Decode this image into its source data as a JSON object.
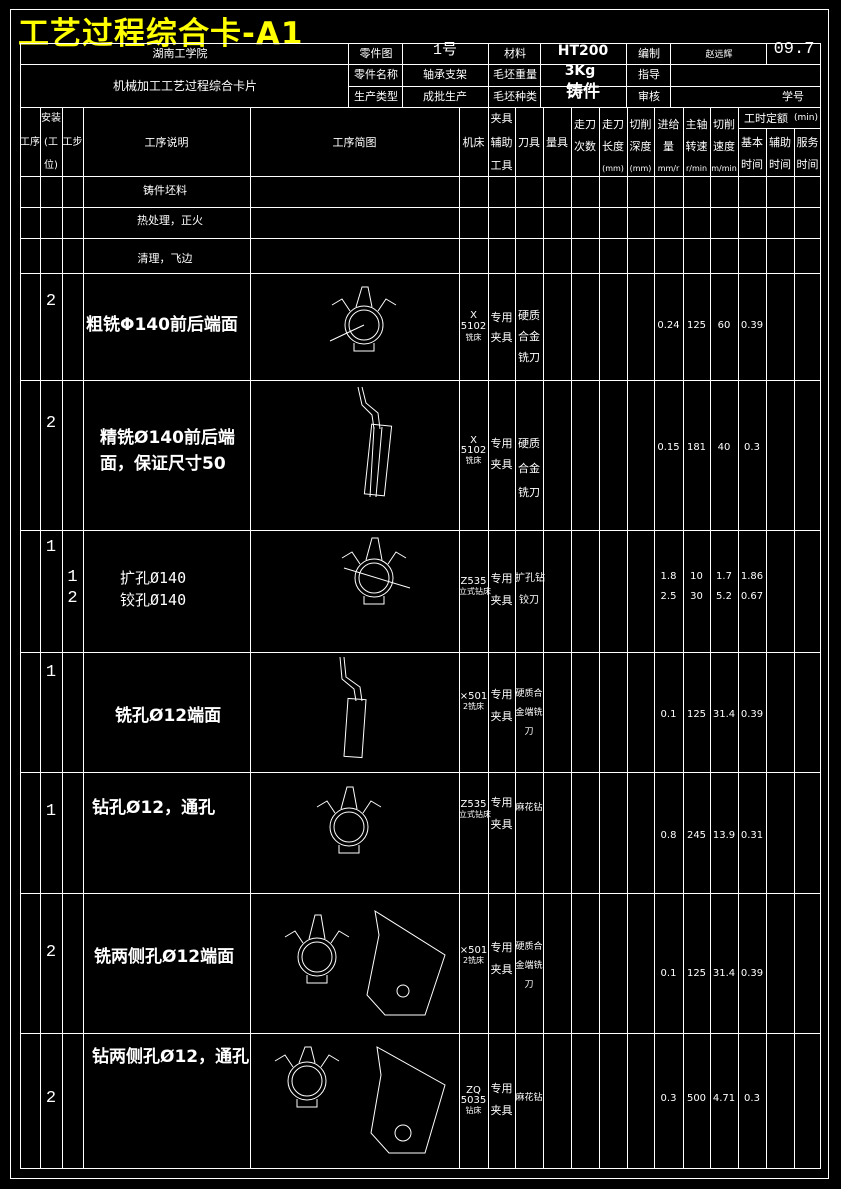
{
  "title": "工艺过程综合卡-A1",
  "header": {
    "school": "湖南工学院",
    "card_name": "机械加工工艺过程综合卡片",
    "part_no_label": "零件图",
    "part_no_value": "1号",
    "material_label": "材料",
    "material_value": "HT200",
    "author_label": "编制",
    "author_value": "赵远辉",
    "date_value": "09.7",
    "part_name_label": "零件名称",
    "part_name_value": "轴承支架",
    "blank_weight_label": "毛坯重量",
    "blank_weight_value": "3Kg",
    "guide_label": "指导",
    "prod_type_label": "生产类型",
    "prod_type_value": "成批生产",
    "blank_type_label": "毛坯种类",
    "blank_type_value": "铸件",
    "review_label": "审核",
    "student_no_label": "学号"
  },
  "columns": {
    "process": "工序",
    "install": "安装(工位)",
    "install_a": "安装",
    "install_b": "(工",
    "install_c": "位)",
    "step": "工步",
    "desc": "工序说明",
    "sketch": "工序简图",
    "machine": "机床",
    "fixture_a": "夹具",
    "fixture_b": "辅助",
    "fixture_c": "工具",
    "tool": "刀具",
    "gauge": "量具",
    "passes_a": "走刀",
    "passes_b": "次数",
    "length_a": "走刀",
    "length_b": "长度",
    "length_unit": "(mm)",
    "depth_a": "切削",
    "depth_b": "深度",
    "depth_unit": "(mm)",
    "feed_a": "进给",
    "feed_b": "量",
    "feed_unit": "mm/r",
    "speed_a": "主轴",
    "speed_b": "转速",
    "speed_unit": "r/min",
    "cut_a": "切削",
    "cut_b": "速度",
    "cut_unit": "m/min",
    "time_header": "工时定额",
    "time_unit": "(min)",
    "basic_a": "基本",
    "basic_b": "时间",
    "aux_a": "辅助",
    "aux_b": "时间",
    "serv_a": "服务",
    "serv_b": "时间"
  },
  "simple_rows": [
    "铸件坯料",
    "热处理，正火",
    "清理，飞边"
  ],
  "rows": [
    {
      "install": "2",
      "step": "",
      "desc": "粗铣Φ140前后端面",
      "machine_a": "X",
      "machine_b": "5102",
      "machine_c": "铣床",
      "fixture_a": "专用",
      "fixture_b": "夹具",
      "tool_a": "硬质",
      "tool_b": "合金",
      "tool_c": "铣刀",
      "feed": "0.24",
      "speed": "125",
      "cut": "60",
      "basic": "0.39"
    },
    {
      "install": "2",
      "step": "",
      "desc": "精铣Ø140前后端面，保证尺寸50",
      "machine_a": "X",
      "machine_b": "5102",
      "machine_c": "铣床",
      "fixture_a": "专用",
      "fixture_b": "夹具",
      "tool_a": "硬质",
      "tool_b": "合金",
      "tool_c": "铣刀",
      "feed": "0.15",
      "speed": "181",
      "cut": "40",
      "basic": "0.3"
    },
    {
      "install": "1",
      "step_a": "1",
      "step_b": "2",
      "desc_a": "扩孔Ø140",
      "desc_b": "铰孔Ø140",
      "machine_a": "Z535",
      "machine_b": "立式钻床",
      "fixture_a": "专用",
      "fixture_b": "夹具",
      "tool_a": "扩孔钻",
      "tool_b": "铰刀",
      "feed_a": "1.8",
      "feed_b": "2.5",
      "speed_a": "10",
      "speed_b": "30",
      "cut_a": "1.7",
      "cut_b": "5.2",
      "basic_a": "1.86",
      "basic_b": "0.67"
    },
    {
      "install": "1",
      "desc": "铣孔Ø12端面",
      "machine_a": "×501",
      "machine_b": "2铣床",
      "fixture_a": "专用",
      "fixture_b": "夹具",
      "tool_a": "硬质合",
      "tool_b": "金端铣",
      "tool_c": "刀",
      "feed": "0.1",
      "speed": "125",
      "cut": "31.4",
      "basic": "0.39"
    },
    {
      "install": "1",
      "desc": "钻孔Ø12，通孔",
      "machine_a": "Z535",
      "machine_b": "立式钻床",
      "fixture_a": "专用",
      "fixture_b": "夹具",
      "tool_a": "麻花钻",
      "feed": "0.8",
      "speed": "245",
      "cut": "13.9",
      "basic": "0.31"
    },
    {
      "install": "2",
      "desc": "铣两侧孔Ø12端面",
      "machine_a": "×501",
      "machine_b": "2铣床",
      "fixture_a": "专用",
      "fixture_b": "夹具",
      "tool_a": "硬质合",
      "tool_b": "金端铣",
      "tool_c": "刀",
      "feed": "0.1",
      "speed": "125",
      "cut": "31.4",
      "basic": "0.39"
    },
    {
      "install": "2",
      "desc": "钻两侧孔Ø12，通孔",
      "machine_a": "ZQ",
      "machine_b": "5035",
      "machine_c": "钻床",
      "fixture_a": "专用",
      "fixture_b": "夹具",
      "tool_a": "麻花钻",
      "feed": "0.3",
      "speed": "500",
      "cut": "4.71",
      "basic": "0.3"
    }
  ]
}
